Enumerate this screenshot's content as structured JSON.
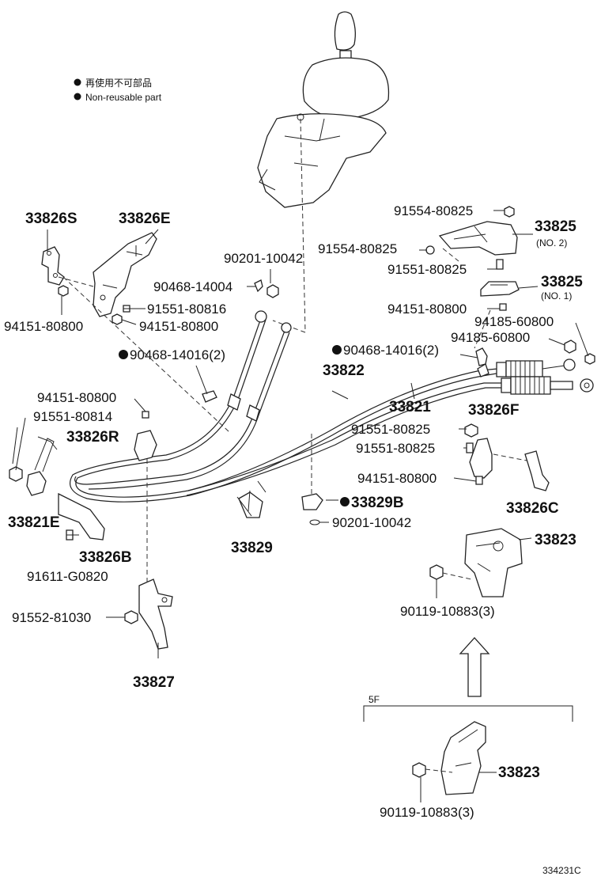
{
  "legend": {
    "line_jp": "再使用不可部品",
    "line_en": "Non-reusable part"
  },
  "labels": {
    "p33826S": "33826S",
    "p33826E": "33826E",
    "p94151_1": "94151-80800",
    "p91551_80816": "91551-80816",
    "p94151_2": "94151-80800",
    "p90201_a": "90201-10042",
    "p90468_14004": "90468-14004",
    "p90468_14016a": "90468-14016(2)",
    "p94151_3": "94151-80800",
    "p91551_80814": "91551-80814",
    "p33826R": "33826R",
    "p33821E": "33821E",
    "p33826B": "33826B",
    "p91611": "91611-G0820",
    "p91552": "91552-81030",
    "p33827": "33827",
    "p33829": "33829",
    "p33822": "33822",
    "p33821": "33821",
    "p90468_14016b": "90468-14016(2)",
    "p91554_a": "91554-80825",
    "p33825_no2": "33825",
    "p33825_no2_sub": "(NO. 2)",
    "p91554_b": "91554-80825",
    "p91551_80825a": "91551-80825",
    "p33825_no1": "33825",
    "p33825_no1_sub": "(NO. 1)",
    "p94151_4": "94151-80800",
    "p94185_a": "94185-60800",
    "p94185_b": "94185-60800",
    "p33826F": "33826F",
    "p91551_80825b": "91551-80825",
    "p91551_80825c": "91551-80825",
    "p94151_5": "94151-80800",
    "p33826C": "33826C",
    "p33829B": "33829B",
    "p90201_b": "90201-10042",
    "p33823_a": "33823",
    "p90119_a": "90119-10883(3)",
    "p5F": "5F",
    "p33823_b": "33823",
    "p90119_b": "90119-10883(3)",
    "diagram_id": "334231C"
  }
}
